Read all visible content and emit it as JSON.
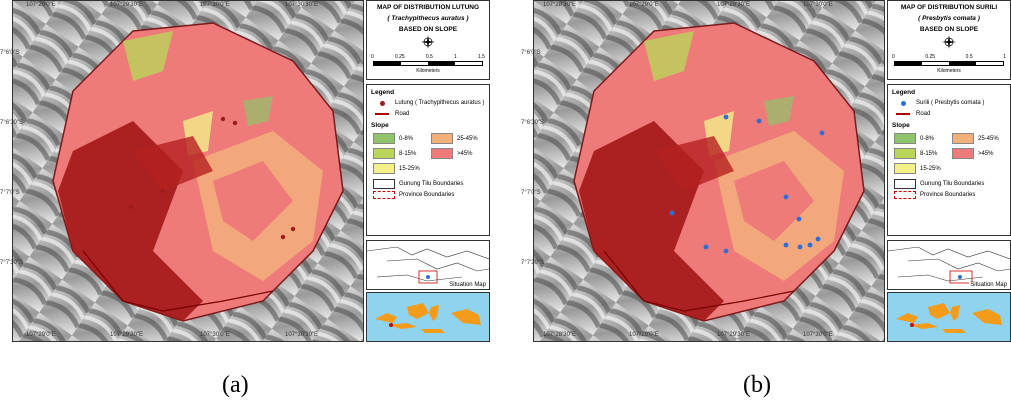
{
  "panels": [
    {
      "id": "a",
      "caption": "(a)",
      "title_line1": "MAP OF DISTRIBUTION LUTUNG",
      "title_line2": "( Trachypithecus auratus )",
      "title_line3": "BASED ON SLOPE",
      "scale_ticks": [
        "0",
        "0.25",
        "0.5",
        "1",
        "1.5"
      ],
      "scale_unit": "Kilometers",
      "legend_title": "Legend",
      "species_label": "Lutung ( Trachypithecus auratus )",
      "species_color": "#9e1b1b",
      "road_label": "Road",
      "slope_title": "Slope",
      "slope_classes": [
        {
          "label": "0-8%",
          "color": "#8fc46a"
        },
        {
          "label": "25-45%",
          "color": "#f2b07a"
        },
        {
          "label": "8-15%",
          "color": "#b9d65a"
        },
        {
          "label": ">45%",
          "color": "#ef7a7a"
        },
        {
          "label": "15-25%",
          "color": "#f3f08a"
        }
      ],
      "boundary_label": "Gunung Tilu Boundaries",
      "province_label": "Province Boundaries",
      "situation_label": "Situation Map",
      "top_coords": [
        "107°29'0\"E",
        "107°29'30\"E",
        "107°30'0\"E",
        "107°30'30\"E"
      ],
      "bottom_coords": [
        "107°29'0\"E",
        "107°29'30\"E",
        "107°30'0\"E",
        "107°30'30\"E"
      ],
      "left_coords": [
        "7°6'0\"S",
        "7°6'30\"S",
        "7°7'0\"S",
        "7°7'30\"S"
      ]
    },
    {
      "id": "b",
      "caption": "(b)",
      "title_line1": "MAP OF DISTRIBUTION SURILI",
      "title_line2": "( Presbytis comata )",
      "title_line3": "BASED ON SLOPE",
      "scale_ticks": [
        "0",
        "0.25",
        "0.5",
        "1"
      ],
      "scale_unit": "Kilometers",
      "legend_title": "Legend",
      "species_label": "Surili ( Presbytis comata )",
      "species_color": "#2e6fd6",
      "road_label": "Road",
      "slope_title": "Slope",
      "slope_classes": [
        {
          "label": "0-8%",
          "color": "#8fc46a"
        },
        {
          "label": "25-45%",
          "color": "#f2b07a"
        },
        {
          "label": "8-15%",
          "color": "#b9d65a"
        },
        {
          "label": ">45%",
          "color": "#ef7a7a"
        },
        {
          "label": "15-25%",
          "color": "#f3f08a"
        }
      ],
      "boundary_label": "Gunung Tilu Boundaries",
      "province_label": "Province Boundaries",
      "situation_label": "Situation Map",
      "top_coords": [
        "107°28'30\"E",
        "107°29'0\"E",
        "107°29'30\"E",
        "107°30'0\"E"
      ],
      "bottom_coords": [
        "107°28'30\"E",
        "107°29'0\"E",
        "107°29'30\"E",
        "107°30'0\"E"
      ],
      "left_coords": [
        "7°6'0\"S",
        "7°6'30\"S",
        "7°7'0\"S",
        "7°7'30\"S"
      ]
    }
  ]
}
